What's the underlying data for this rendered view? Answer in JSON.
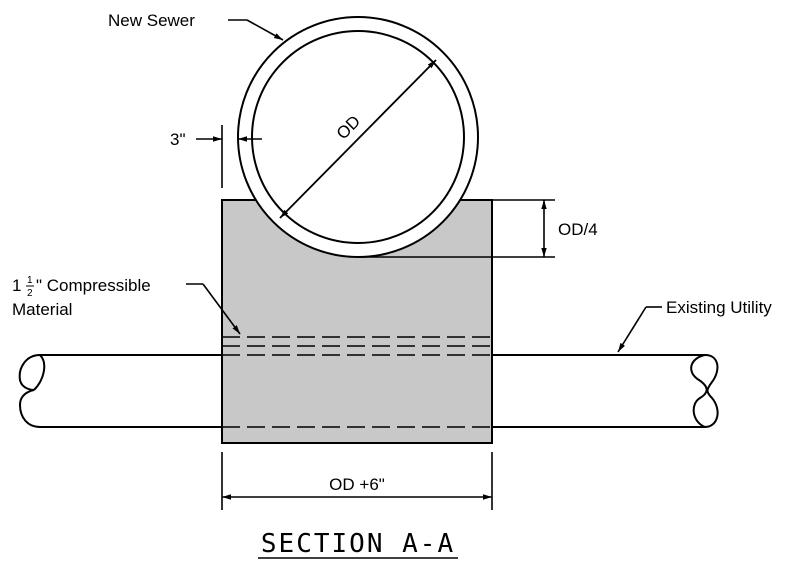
{
  "labels": {
    "new_sewer": "New Sewer",
    "clearance": "3\"",
    "od": "OD",
    "od_quarter": "OD/4",
    "compressible_lead": "1",
    "compressible_num": "1",
    "compressible_den": "2",
    "compressible_rest": "\" Compressible",
    "compressible_line2": "Material",
    "existing_utility": "Existing Utility",
    "width_dim": "OD +6\"",
    "section_title": "SECTION A-A"
  },
  "colors": {
    "line": "#000000",
    "fill": "#c8c8c8",
    "background": "#ffffff"
  }
}
